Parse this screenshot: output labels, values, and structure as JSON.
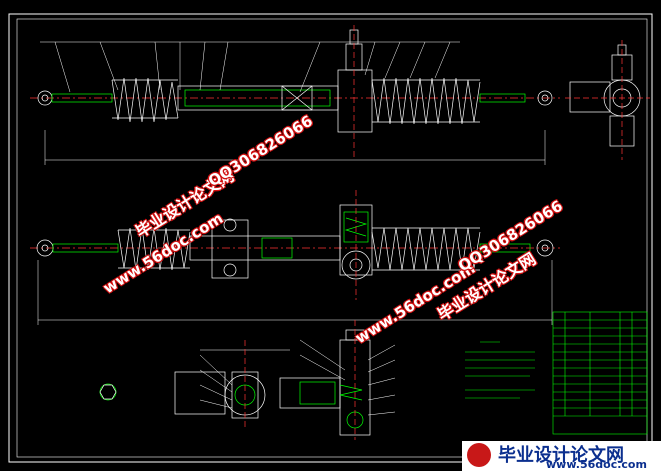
{
  "drawing": {
    "background": "#000000",
    "line_color": "#ffffff",
    "accent_color": "#00ff00",
    "title_block_color": "#00ff00"
  },
  "watermarks": [
    {
      "text": "毕业设计论文网"
    },
    {
      "text": "www.56doc.com"
    },
    {
      "text": "QQ306826066"
    },
    {
      "text": "www.56doc.com"
    },
    {
      "text": "QQ306826066"
    },
    {
      "text": "毕业设计论文网"
    }
  ],
  "brand": {
    "name": "毕业设计论文网",
    "url": "www.56doc.com",
    "logo_icon": "brand-logo-icon"
  }
}
